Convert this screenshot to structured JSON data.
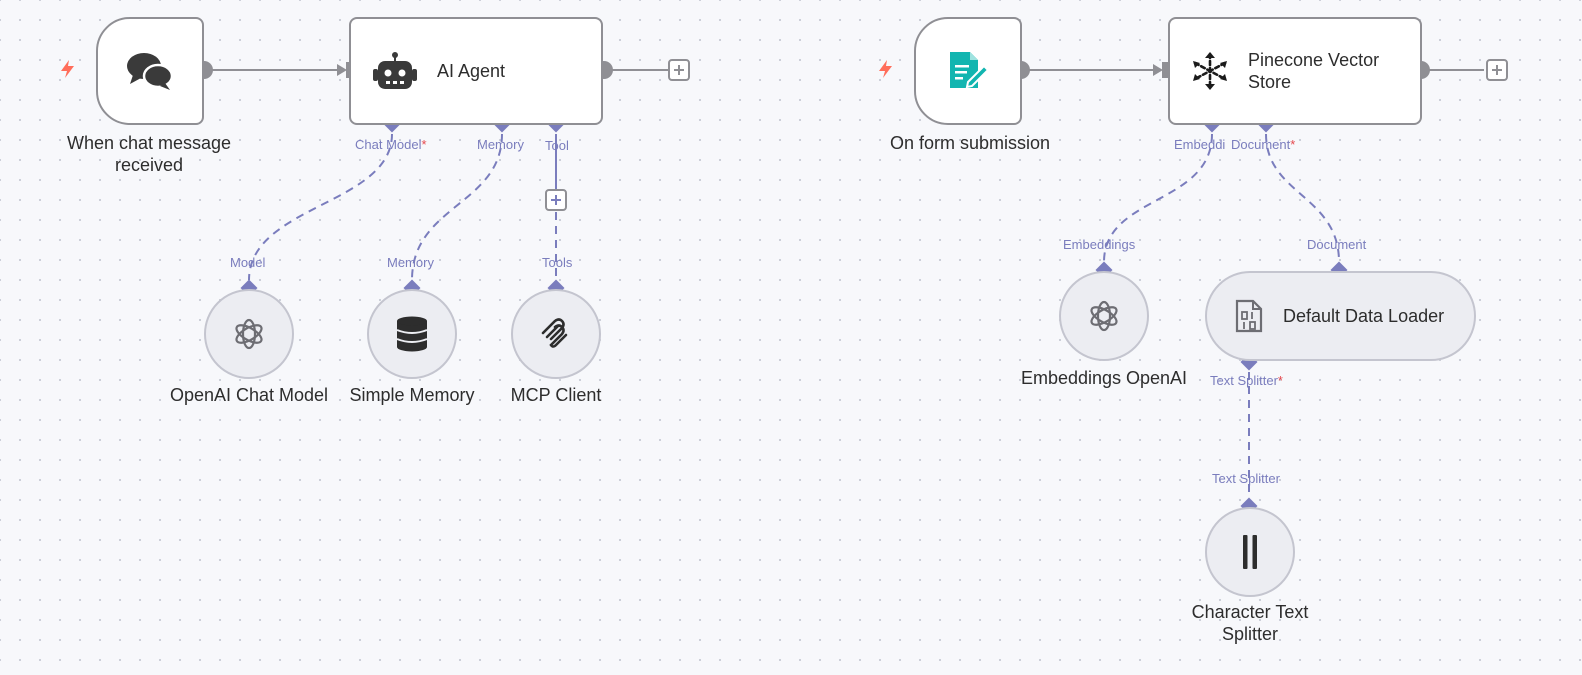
{
  "workflow1": {
    "trigger": {
      "label": "When chat message received",
      "icon": "chat-bubbles-icon"
    },
    "agent": {
      "title": "AI Agent",
      "icon": "robot-icon",
      "ports": {
        "chat_model": "Chat Model",
        "memory": "Memory",
        "tool": "Tool"
      }
    },
    "subnodes": [
      {
        "label": "OpenAI Chat Model",
        "port": "Model",
        "icon": "openai-icon"
      },
      {
        "label": "Simple Memory",
        "port": "Memory",
        "icon": "database-icon"
      },
      {
        "label": "MCP Client",
        "port": "Tools",
        "icon": "mcp-icon"
      }
    ]
  },
  "workflow2": {
    "trigger": {
      "label": "On form submission",
      "icon": "form-edit-icon"
    },
    "store": {
      "title": "Pinecone Vector Store",
      "icon": "pinecone-icon",
      "ports": {
        "embedding": "Embeddi",
        "document": "Document"
      }
    },
    "embeddings": {
      "label": "Embeddings OpenAI",
      "port": "Embeddings",
      "icon": "openai-icon"
    },
    "loader": {
      "title": "Default Data Loader",
      "port": "Document",
      "icon": "file-binary-icon",
      "bottom_port": "Text Splitter"
    },
    "splitter": {
      "label": "Character Text Splitter",
      "port": "Text Splitter",
      "icon": "text-splitter-icon"
    }
  },
  "colors": {
    "port": "#7a7dbd",
    "required": "#e5484d",
    "trigger_bolt": "#ff6d5a",
    "form_icon": "#12b5b0",
    "node_border": "#8f8f94"
  },
  "required_marker": "*"
}
